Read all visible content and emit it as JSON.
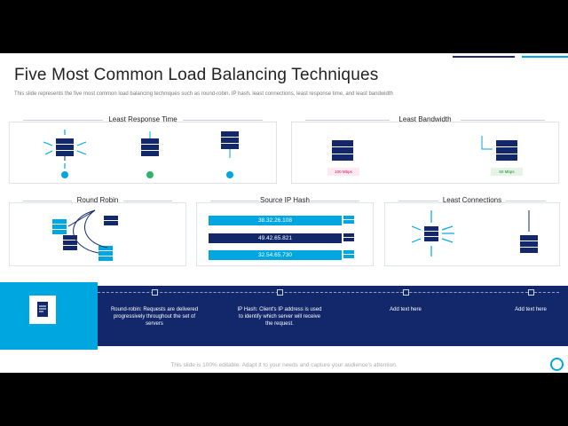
{
  "slide": {
    "title": "Five Most Common Load Balancing Techniques",
    "subtitle": "This slide represents the five most common load balancing techniques such as round-robin, IP hash, least connections, least response time, and least bandwidth",
    "footer": "This slide is 100% editable. Adapt it to your needs and capture your audience's attention."
  },
  "panels": {
    "least_response_time": "Least Response Time",
    "least_bandwidth": "Least Bandwidth",
    "round_robin": "Round Robin",
    "source_ip_hash": "Source IP Hash",
    "least_connections": "Least Connections"
  },
  "bandwidth_badges": [
    "100 Mbps",
    "50 Mbps"
  ],
  "ip_addresses": [
    "38.32.26.108",
    "49.42.65.821",
    "32.54.65.730"
  ],
  "timeline": [
    "Round-robin: Requests are delivered progressively throughout the set of servers",
    "IP Hash: Client's IP address is used to identify which server will receive the request.",
    "Add text here",
    "Add text here"
  ],
  "colors": {
    "navy": "#13286a",
    "accent": "#00a6e0",
    "green": "#2fb36b"
  },
  "icons": [
    "server-icon",
    "document-icon",
    "check-icon",
    "clock-icon"
  ]
}
